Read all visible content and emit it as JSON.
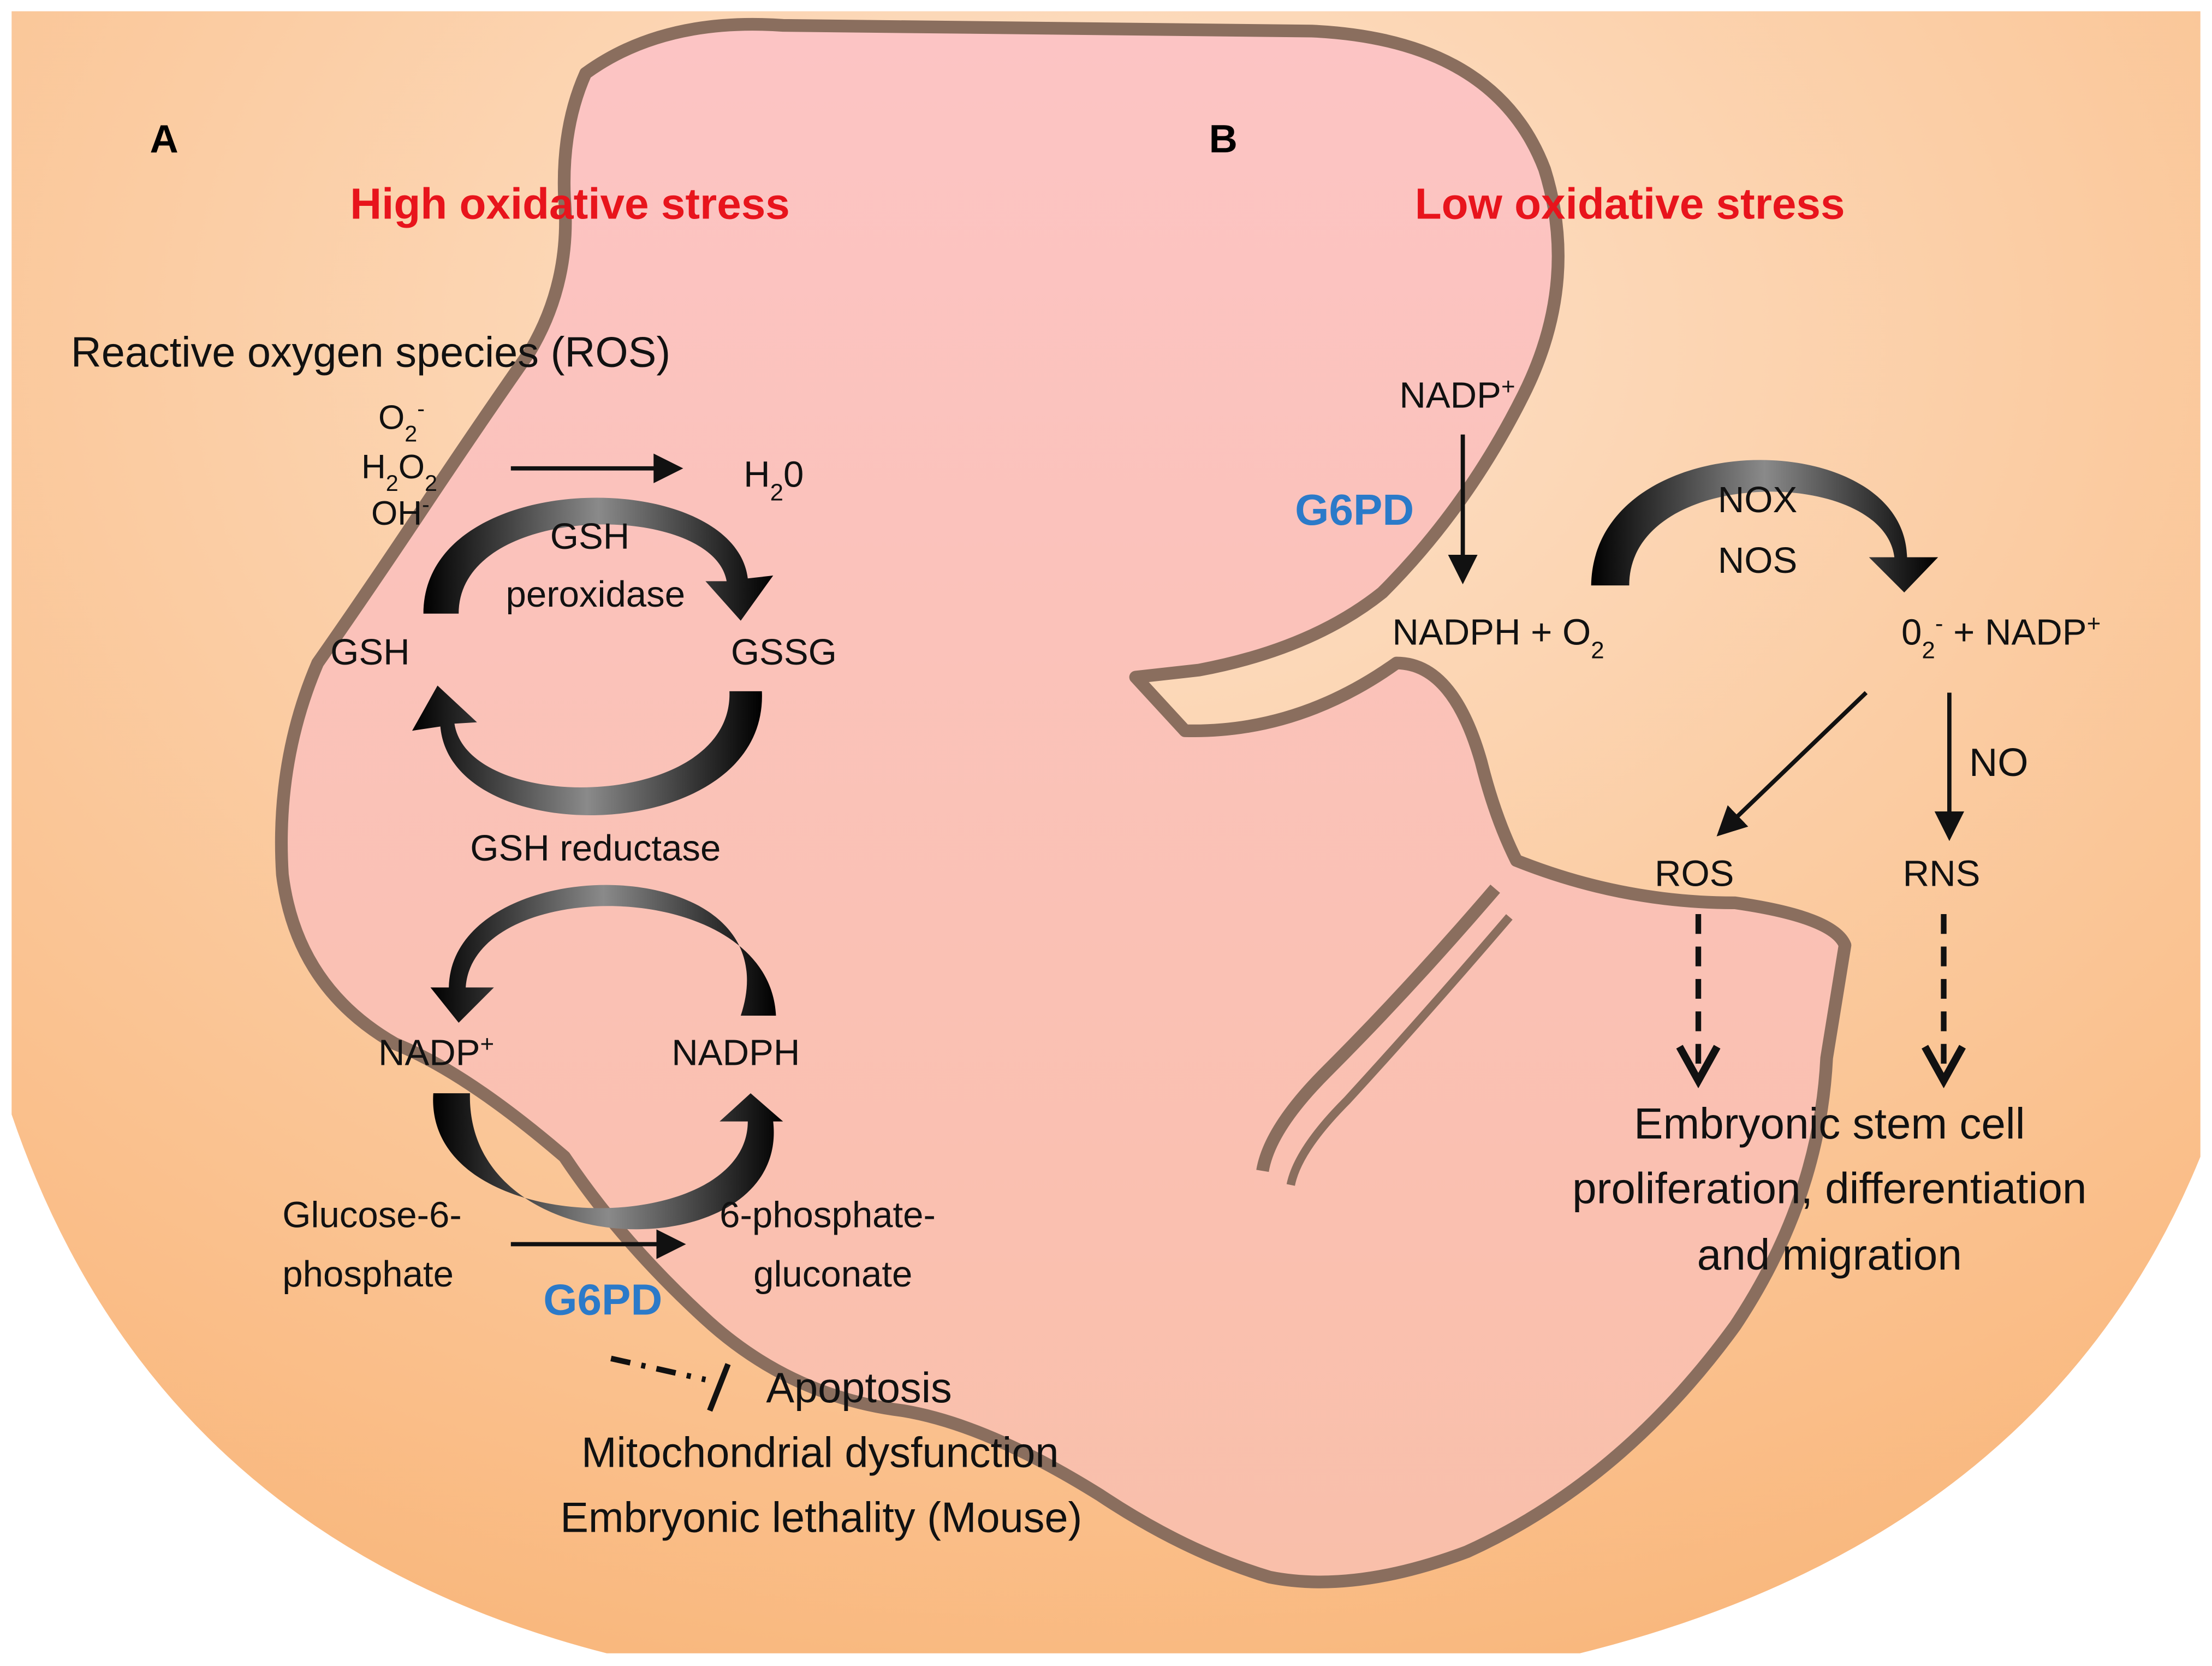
{
  "panel_a": {
    "letter": "A",
    "heading": "High oxidative stress",
    "ros_title": "Reactive oxygen species (ROS)",
    "ros_o2": "O",
    "ros_o2_sub": "2",
    "ros_o2_sup": "-",
    "ros_h2o2_h": "H",
    "ros_h2o2_sub1": "2",
    "ros_h2o2_o": "O",
    "ros_h2o2_sub2": "2",
    "ros_oh": "OH",
    "ros_oh_sup": "-",
    "water_h": "H",
    "water_sub": "2",
    "water_o": "0",
    "gsh_peroxidase_1": "GSH",
    "gsh_peroxidase_2": "peroxidase",
    "gsh": "GSH",
    "gssg": "GSSG",
    "gsh_reductase": "GSH reductase",
    "nadp": "NADP",
    "nadp_sup": "+",
    "nadph": "NADPH",
    "g6p_1": "Glucose-6-",
    "g6p_2": "phosphate",
    "pg_1": "6-phosphate-",
    "pg_2": "gluconate",
    "enzyme": "G6PD",
    "outcome_1": "Apoptosis",
    "outcome_2": "Mitochondrial dysfunction",
    "outcome_3": "Embryonic lethality (Mouse)"
  },
  "panel_b": {
    "letter": "B",
    "heading": "Low oxidative stress",
    "nadp": "NADP",
    "nadp_sup": "+",
    "enzyme": "G6PD",
    "nadph_o2": "NADPH + O",
    "nadph_o2_sub": "2",
    "nox": "NOX",
    "nos": "NOS",
    "product_o": "0",
    "product_sub": "2",
    "product_sup": "-",
    "product_rest": " + NADP",
    "product_plus": "+",
    "no": "NO",
    "ros": "ROS",
    "rns": "RNS",
    "outcome_1": "Embryonic stem cell",
    "outcome_2": "proliferation, differentiation",
    "outcome_3": "and migration"
  },
  "colors": {
    "background_outer": "#ffffff",
    "background_disc": "#fbc9a0",
    "embryo_fill": "#fcc0bf",
    "embryo_outline": "#8a6e5e",
    "heading": "#e8141c",
    "enzyme": "#2b7ac9",
    "text": "#111111"
  }
}
